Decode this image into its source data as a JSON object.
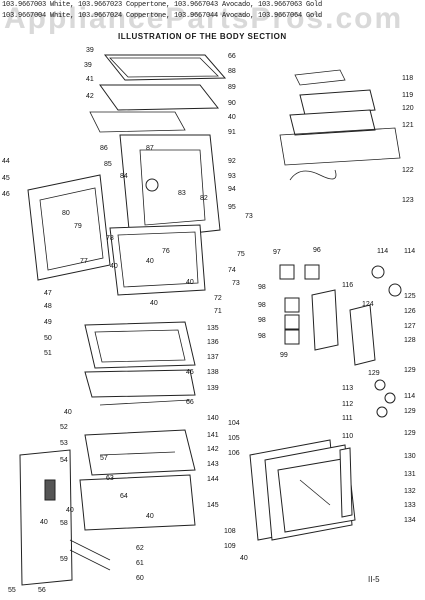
{
  "header": {
    "line1": "103.9667003 White, 103.9667023 Coppertone, 103.9667043 Avocado, 103.9667063 Gold",
    "line2": "103.9667004 White, 103.9667024 Coppertone, 103.9667044 Avocado, 103.9667064 Gold"
  },
  "watermark": "AppliancePartsPros.com",
  "title": "ILLUSTRATION OF THE BODY SECTION",
  "page_number": "II-5",
  "callouts": [
    "39",
    "39",
    "41",
    "42",
    "66",
    "88",
    "89",
    "90",
    "40",
    "91",
    "86",
    "85",
    "87",
    "92",
    "93",
    "94",
    "84",
    "83",
    "82",
    "95",
    "80",
    "79",
    "78",
    "76",
    "40",
    "77",
    "40",
    "73",
    "75",
    "74",
    "73",
    "72",
    "71",
    "40",
    "44",
    "45",
    "46",
    "47",
    "48",
    "49",
    "50",
    "51",
    "135",
    "136",
    "137",
    "138",
    "46",
    "139",
    "66",
    "140",
    "141",
    "142",
    "143",
    "144",
    "145",
    "52",
    "53",
    "54",
    "57",
    "63",
    "64",
    "58",
    "59",
    "62",
    "61",
    "60",
    "55",
    "56",
    "118",
    "119",
    "120",
    "121",
    "122",
    "123",
    "97",
    "96",
    "98",
    "98",
    "98",
    "98",
    "99",
    "116",
    "114",
    "114",
    "125",
    "126",
    "124",
    "127",
    "128",
    "129",
    "129",
    "114",
    "129",
    "129",
    "113",
    "112",
    "111",
    "110",
    "130",
    "131",
    "132",
    "133",
    "134",
    "104",
    "105",
    "106",
    "108",
    "109",
    "40",
    "40",
    "40",
    "40",
    "40",
    "40"
  ]
}
